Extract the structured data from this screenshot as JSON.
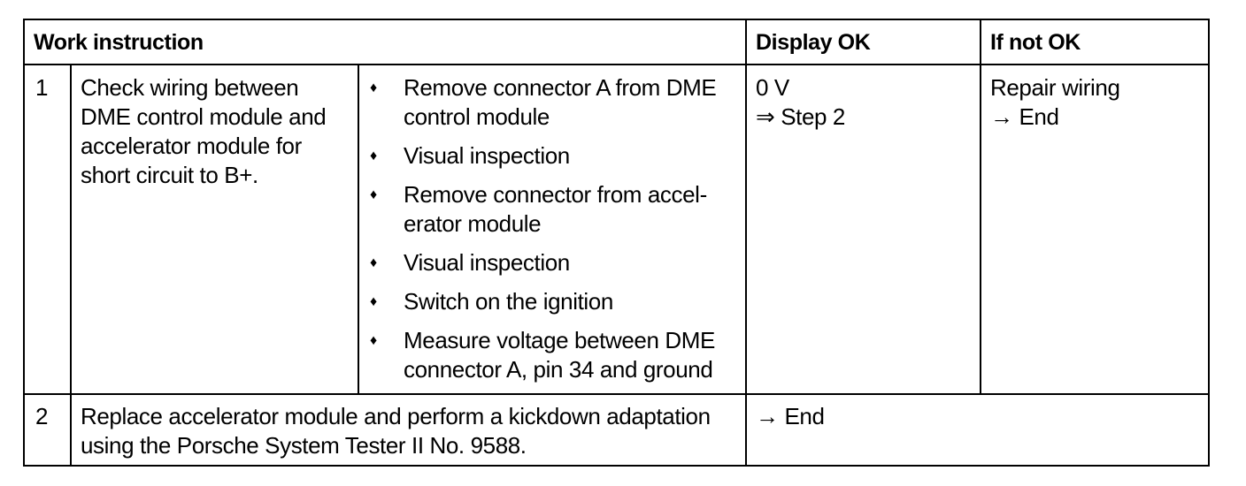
{
  "header": {
    "work_instruction": "Work instruction",
    "display_ok": "Display OK",
    "if_not_ok": "If not OK"
  },
  "rows": [
    {
      "number": "1",
      "instruction": "Check wiring between DME control module and accelerator module for short circuit to B+.",
      "steps": [
        "Remove connector A from DME control module",
        "Visual inspection",
        "Remove connector from accel-erator module",
        "Visual inspection",
        "Switch on the ignition",
        "Measure voltage between DME connector A, pin 34 and ground"
      ],
      "display_ok": {
        "value": "0 V",
        "arrow": "⇒",
        "next": "Step 2"
      },
      "if_not_ok": {
        "action": "Repair wiring",
        "arrow": "→",
        "next": "End"
      }
    },
    {
      "number": "2",
      "instruction": "Replace accelerator module and perform a kickdown adaptation using the Porsche System Tester II No. 9588.",
      "display_ok": {
        "arrow": "→",
        "next": "End"
      }
    }
  ],
  "icons": {
    "bullet": "♦"
  }
}
